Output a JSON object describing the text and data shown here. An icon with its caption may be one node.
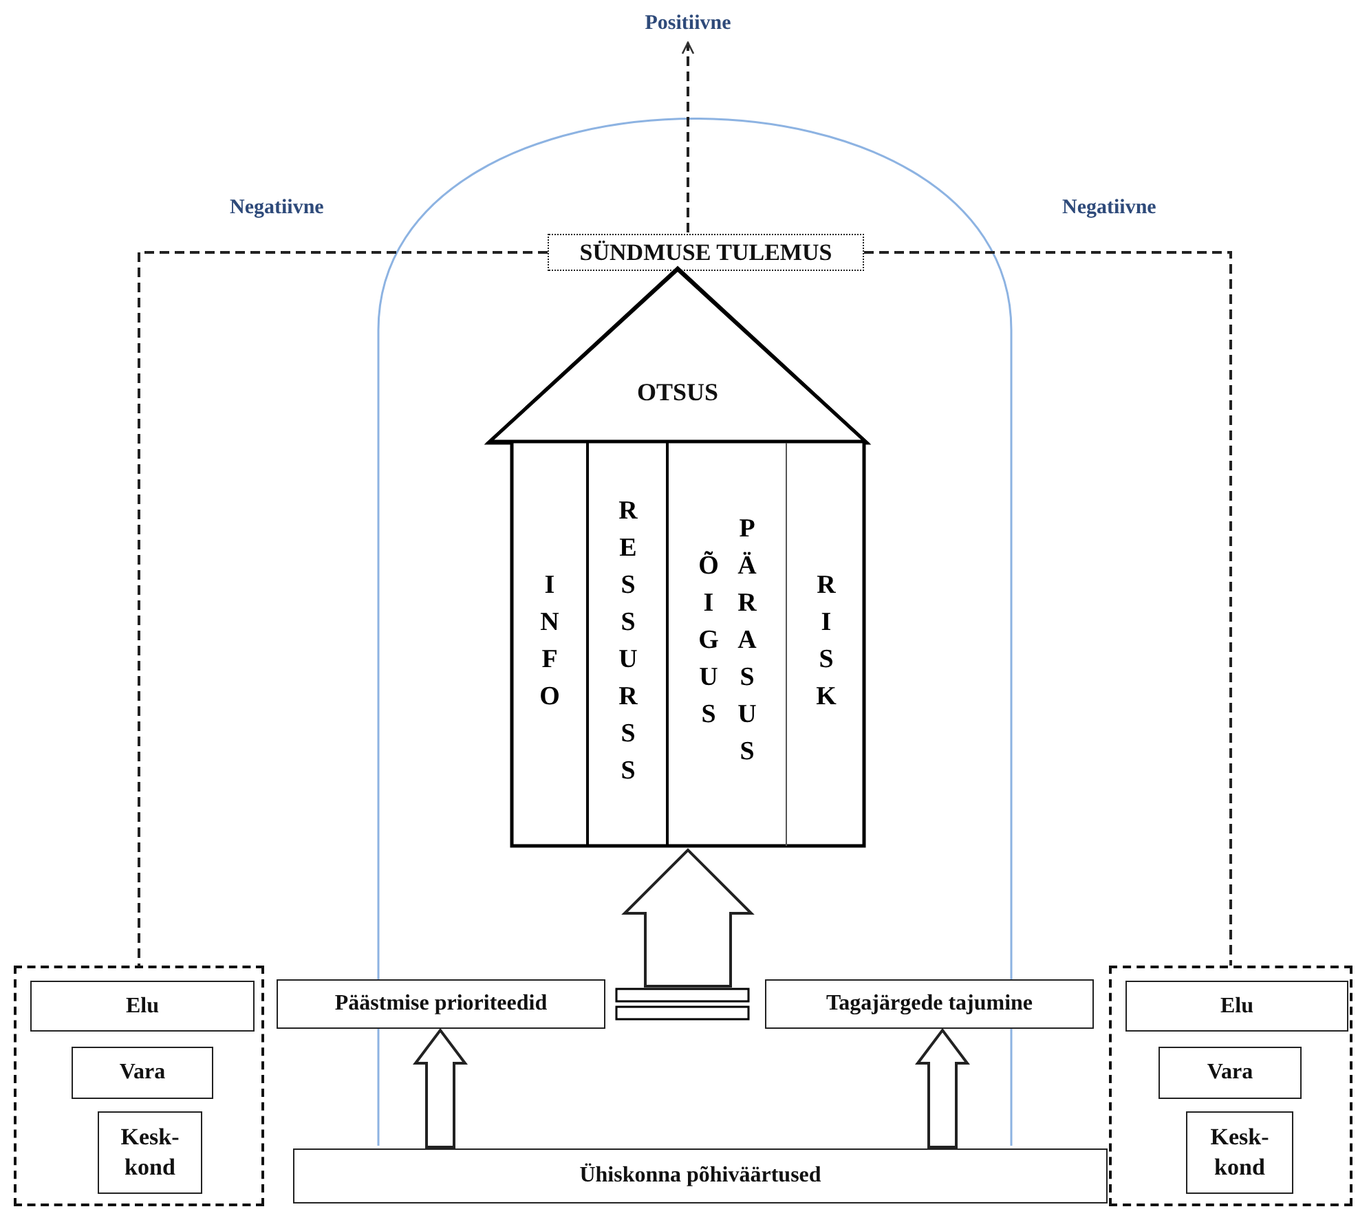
{
  "diagram": {
    "nodes": [
      {
        "text": [
          "Positiivne"
        ]
      },
      {
        "text": [
          "SÜNDMUSE TULEMUS"
        ]
      },
      {
        "text": [],
        "shape": "house"
      },
      {
        "text": [
          "OTSUS"
        ],
        "in": 2
      },
      {
        "text": [
          "INFO"
        ],
        "in": 2
      },
      {
        "text": [
          "RESSURSS"
        ],
        "in": 2
      },
      {
        "text": [
          "ÕIGUS",
          "PÄRASUS"
        ],
        "in": 2
      },
      {
        "text": [
          "RISK"
        ],
        "in": 2
      },
      {
        "text": [],
        "shape": "box"
      },
      {
        "text": [
          "Elu"
        ],
        "in": 8
      },
      {
        "text": [
          "Vara"
        ],
        "in": 8
      },
      {
        "text": [
          "Kesk-kond"
        ],
        "in": 8
      },
      {
        "text": [
          "Päästmise prioriteedid"
        ]
      },
      {
        "text": [],
        "shape": "bar"
      },
      {
        "text": [
          "Tagajärgede tajumine"
        ]
      },
      {
        "text": [],
        "shape": "box"
      },
      {
        "text": [
          "Elu"
        ],
        "in": 15
      },
      {
        "text": [
          "Vara"
        ],
        "in": 15
      },
      {
        "text": [
          "Kesk-kond"
        ],
        "in": 15
      },
      {
        "text": [
          "Ühiskonna põhiväärtused"
        ]
      }
    ],
    "edges": [
      {
        "from": 1,
        "to": 0,
        "arrow": "to",
        "style": "dashed"
      },
      {
        "from": 1,
        "to": 8,
        "arrow": "none",
        "style": "dashed",
        "label": "Negatiivne"
      },
      {
        "from": 1,
        "to": 15,
        "arrow": "none",
        "style": "dashed",
        "label": "Negatiivne"
      },
      {
        "from": 13,
        "to": 2,
        "arrow": "to",
        "style": "thick"
      },
      {
        "from": 19,
        "to": 12,
        "arrow": "to",
        "style": "thick"
      },
      {
        "from": 19,
        "to": 14,
        "arrow": "to",
        "style": "thick"
      }
    ]
  }
}
